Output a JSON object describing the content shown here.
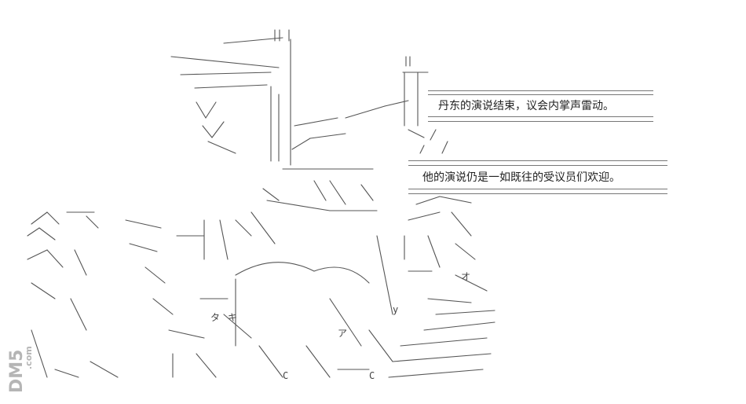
{
  "captions": {
    "line1": "丹东的演说结束，议会内掌声雷动。",
    "line2": "他的演说仍是一如既往的受议员们欢迎。"
  },
  "art_glyphs": {
    "ta": "タ",
    "ki": "キ",
    "a": "ア",
    "o": "オ",
    "y": "y",
    "c1": "C",
    "c2": "C"
  },
  "watermark": {
    "brand": "DM5",
    "domain": ".com"
  },
  "colors": {
    "ink": "#555555",
    "text": "#222222",
    "watermark": "#b5b5b5",
    "background": "#ffffff"
  }
}
